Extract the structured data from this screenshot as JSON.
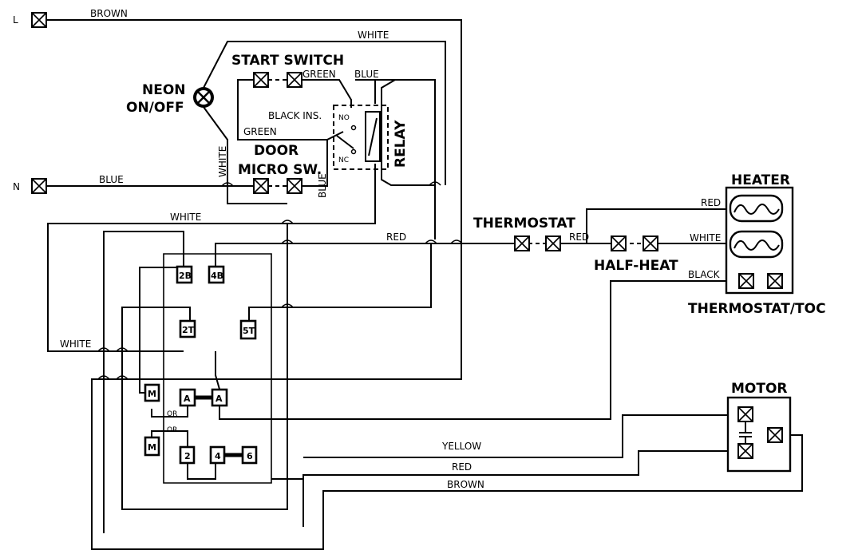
{
  "terminals": {
    "line": "L",
    "neutral": "N"
  },
  "components": {
    "start_switch": "START SWITCH",
    "neon_line1": "NEON",
    "neon_line2": "ON/OFF",
    "relay": "RELAY",
    "relay_no": "NO",
    "relay_nc": "NC",
    "black_ins": "BLACK INS.",
    "door_line1": "DOOR",
    "door_line2": "MICRO SW.",
    "thermostat": "THERMOSTAT",
    "half_heat": "HALF-HEAT",
    "heater": "HEATER",
    "thermostat_toc": "THERMOSTAT/TOC",
    "motor": "MOTOR"
  },
  "wires": {
    "brown_top": "BROWN",
    "white_top": "WHITE",
    "green_top": "GREEN",
    "blue_relay": "BLUE",
    "green_left": "GREEN",
    "white_vertical": "WHITE",
    "blue_vertical": "BLUE",
    "blue_neutral": "BLUE",
    "white_mid": "WHITE",
    "red_mid": "RED",
    "red_thermo": "RED",
    "white_left": "WHITE",
    "red_heater": "RED",
    "white_heater": "WHITE",
    "black_heater": "BLACK",
    "yellow": "YELLOW",
    "red_bottom": "RED",
    "brown_bottom": "BROWN"
  },
  "timer_terminals": {
    "t2b": "2B",
    "t4b": "4B",
    "t2t": "2T",
    "t5t": "5T",
    "m1": "M",
    "a1": "A",
    "a2": "A",
    "m2": "M",
    "t2": "2",
    "t4": "4",
    "t6": "6",
    "or1": "OR",
    "or2": "OR"
  }
}
